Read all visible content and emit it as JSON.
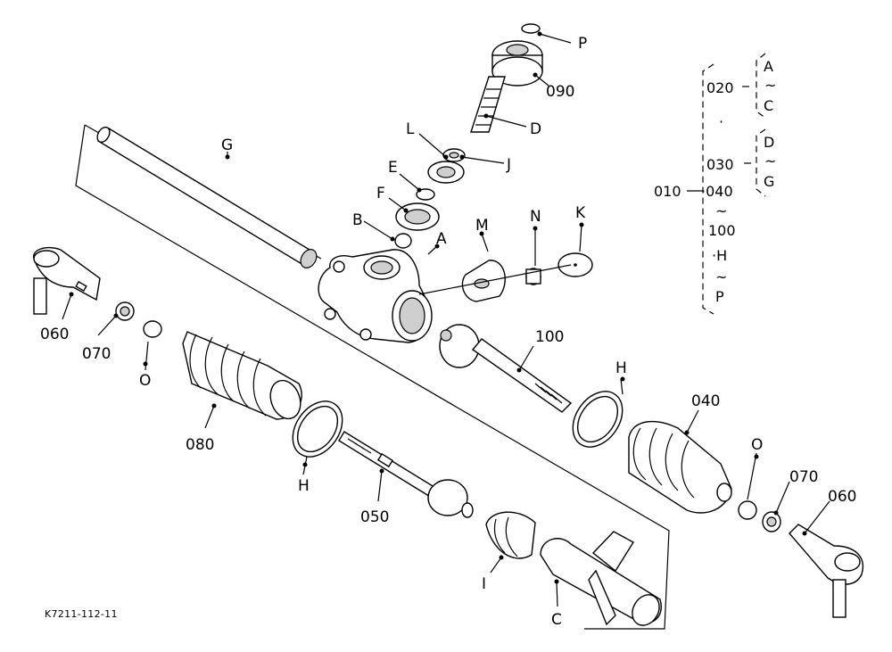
{
  "diagram": {
    "ref_code": "K7211-112-11",
    "callouts": {
      "p": "P",
      "c090": "090",
      "d": "D",
      "l": "L",
      "j": "J",
      "g": "G",
      "e": "E",
      "f": "F",
      "b": "B",
      "a": "A",
      "m": "M",
      "n": "N",
      "k": "K",
      "c060_left": "060",
      "c070_left": "070",
      "o_left": "O",
      "c080": "080",
      "c100": "100",
      "h_right": "H",
      "h_left": "H",
      "c050": "050",
      "i": "I",
      "c": "C",
      "c040": "040",
      "o_right": "O",
      "c070_right": "070",
      "c060_right": "060"
    },
    "legend": {
      "root": "010",
      "c020": "020",
      "g1_a": "A",
      "g1_tilde": "~",
      "g1_c": "C",
      "dot1": "·",
      "c030": "030",
      "g2_d": "D",
      "g2_tilde": "~",
      "g2_g": "G",
      "c040_row": "·040",
      "tilde1": "~",
      "c100": "100",
      "h_row": "·H",
      "tilde2": "~",
      "p": "P"
    }
  }
}
